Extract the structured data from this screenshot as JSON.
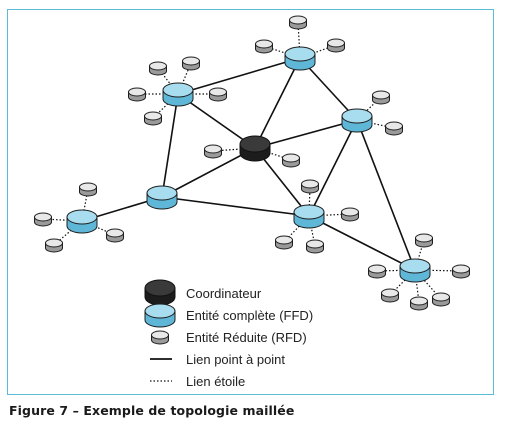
{
  "figure": {
    "caption": "Figure 7 – Exemple de topologie maillée"
  },
  "legend": {
    "coordinator": "Coordinateur",
    "ffd": "Entité complète (FFD)",
    "rfd": "Entité Réduite (RFD)",
    "point_to_point": "Lien point à point",
    "star": "Lien étoile"
  },
  "colors": {
    "frame": "#5bbcd6",
    "ffd_fill": "#a8dcef",
    "ffd_side": "#5fb7d8",
    "coordinator_fill": "#3a3a3a",
    "rfd_fill": "#e8e8e8",
    "rfd_side": "#9a9a9a",
    "link": "#111111"
  },
  "network": {
    "coordinator": "coord",
    "ffd_nodes": [
      "ffd-top-left",
      "ffd-top-right",
      "ffd-right",
      "ffd-mid-left",
      "ffd-center",
      "ffd-left",
      "ffd-bottom-right"
    ],
    "point_to_point_links": [
      [
        "ffd-top-left",
        "ffd-top-right"
      ],
      [
        "ffd-top-left",
        "coord"
      ],
      [
        "ffd-top-left",
        "ffd-mid-left"
      ],
      [
        "ffd-top-right",
        "coord"
      ],
      [
        "ffd-top-right",
        "ffd-right"
      ],
      [
        "coord",
        "ffd-right"
      ],
      [
        "coord",
        "ffd-mid-left"
      ],
      [
        "coord",
        "ffd-center"
      ],
      [
        "ffd-right",
        "ffd-center"
      ],
      [
        "ffd-right",
        "ffd-bottom-right"
      ],
      [
        "ffd-mid-left",
        "ffd-center"
      ],
      [
        "ffd-mid-left",
        "ffd-left"
      ],
      [
        "ffd-center",
        "ffd-bottom-right"
      ]
    ],
    "star_links": [
      [
        "ffd-top-left",
        5
      ],
      [
        "ffd-top-right",
        3
      ],
      [
        "ffd-right",
        2
      ],
      [
        "coord",
        2
      ],
      [
        "ffd-center",
        4
      ],
      [
        "ffd-left",
        4
      ],
      [
        "ffd-bottom-right",
        6
      ]
    ]
  }
}
